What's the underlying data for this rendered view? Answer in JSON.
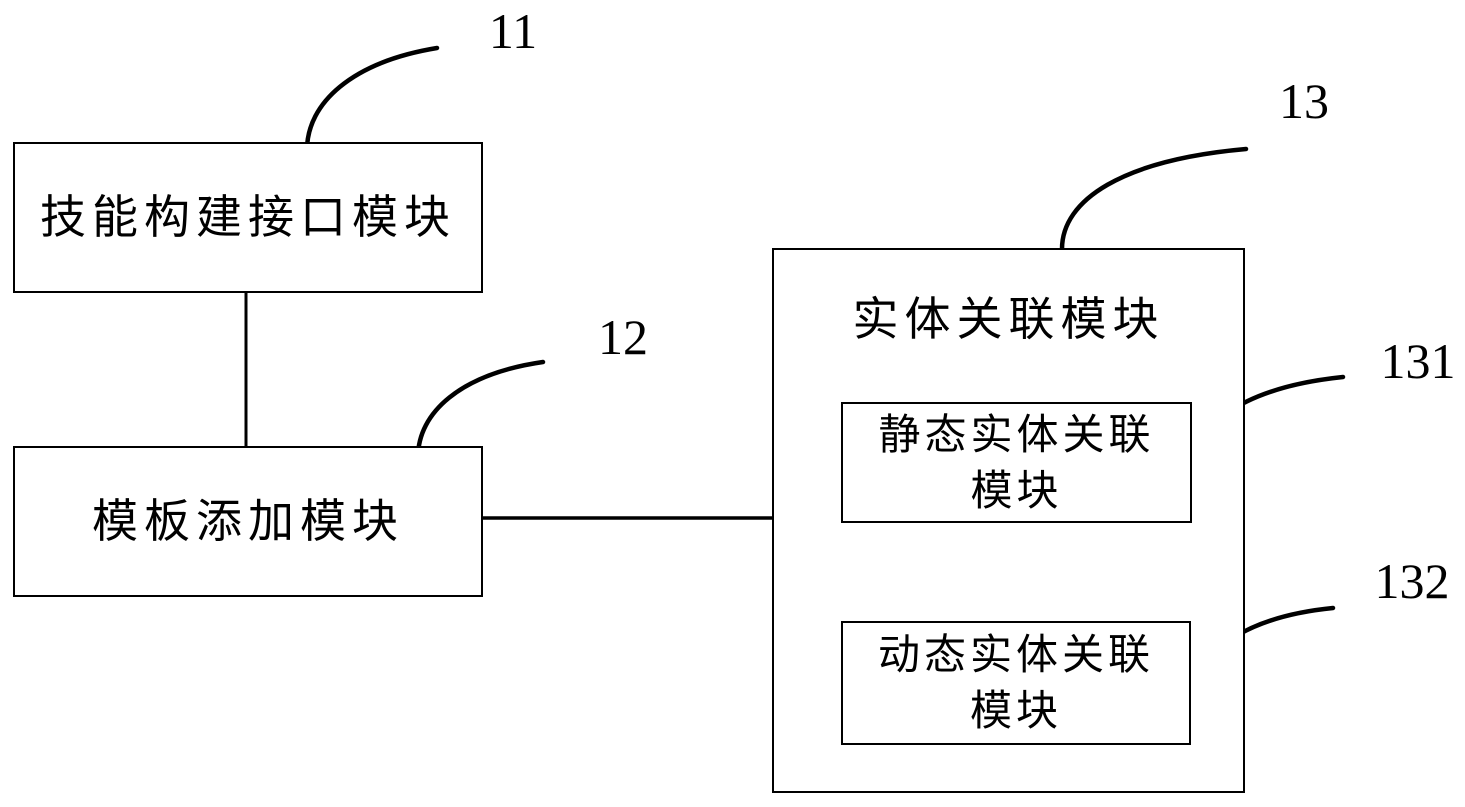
{
  "figure": {
    "background_color": "#ffffff",
    "line_color": "#000000",
    "modules": {
      "skill_build_interface": {
        "label": "技能构建接口模块",
        "ref": "11"
      },
      "template_add": {
        "label": "模板添加模块",
        "ref": "12"
      },
      "entity_association": {
        "label": "实体关联模块",
        "ref": "13"
      },
      "static_entity_association": {
        "lines": [
          "静态实体关联",
          "模块"
        ],
        "ref": "131"
      },
      "dynamic_entity_association": {
        "lines": [
          "动态实体关联",
          "模块"
        ],
        "ref": "132"
      }
    }
  }
}
